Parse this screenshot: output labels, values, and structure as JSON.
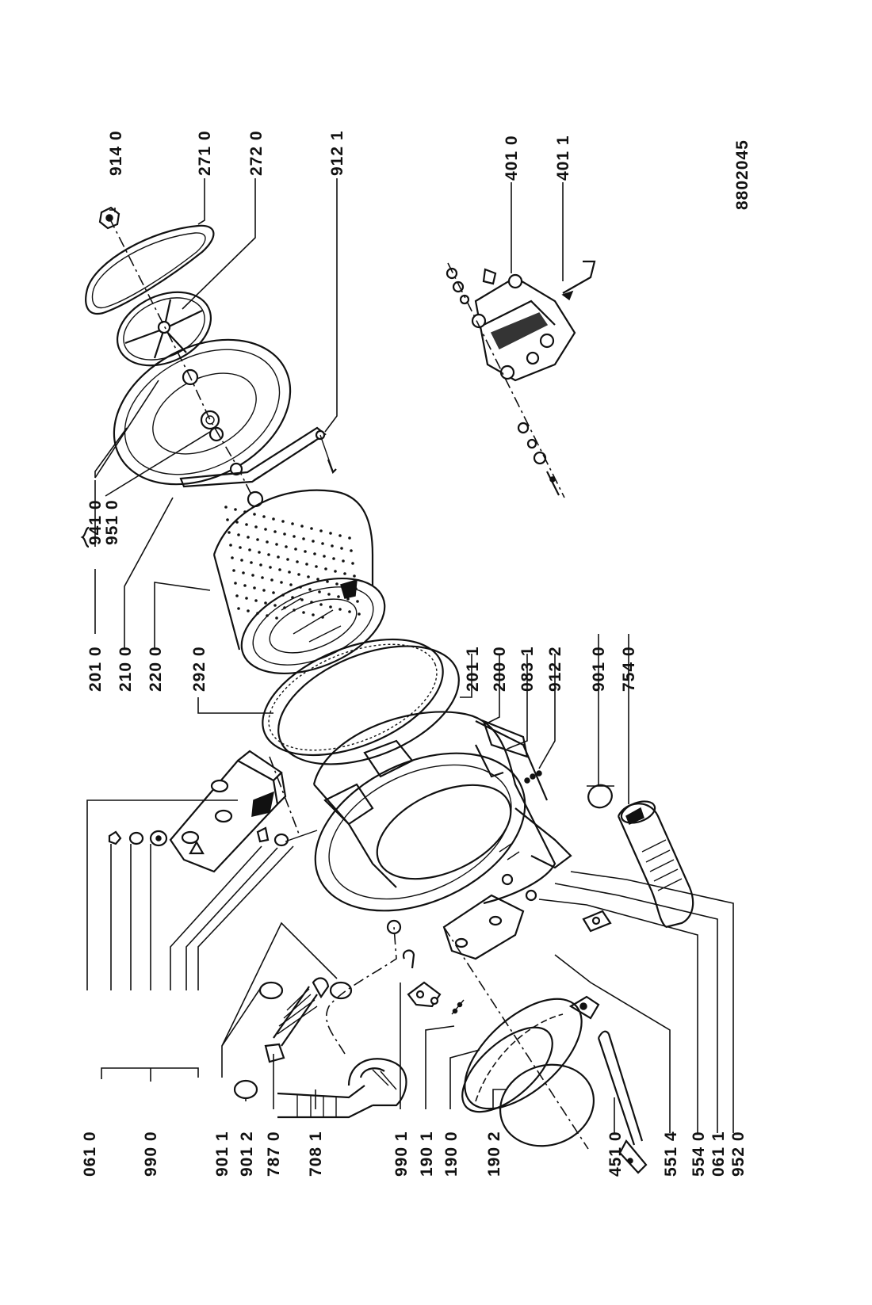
{
  "drawing_number": "8802045",
  "labels": {
    "p0610": "061 0",
    "p9900": "990 0",
    "p9011": "901 1",
    "p9012": "901 2",
    "p7870": "787 0",
    "p7081": "708 1",
    "p9901": "990 1",
    "p1901": "190 1",
    "p1900": "190 0",
    "p1902": "190 2",
    "p4510": "451 0",
    "p5514": "551 4",
    "p5540": "554 0",
    "p0611": "061 1",
    "p9520": "952 0",
    "p2010": "201 0",
    "p2100": "210 0",
    "p2200": "220 0",
    "p2920": "292 0",
    "p2011": "201 1",
    "p2000": "200 0",
    "p0831": "083 1",
    "p9122": "912 2",
    "p9010": "901 0",
    "p7540": "754 0",
    "p9410": "941 0",
    "p9510": "951 0",
    "p9121": "912 1",
    "p2720": "272 0",
    "p2710": "271 0",
    "p9140": "914 0",
    "p4010": "401 0",
    "p4011": "401 1"
  },
  "icons": {
    "drum": "perforated-drum",
    "tub": "outer-tub",
    "pulley": "drum-pulley",
    "belt": "drive-belt",
    "motor": "motor",
    "heater": "heating-element",
    "hose": "drain-hose",
    "weight": "counterweight"
  }
}
